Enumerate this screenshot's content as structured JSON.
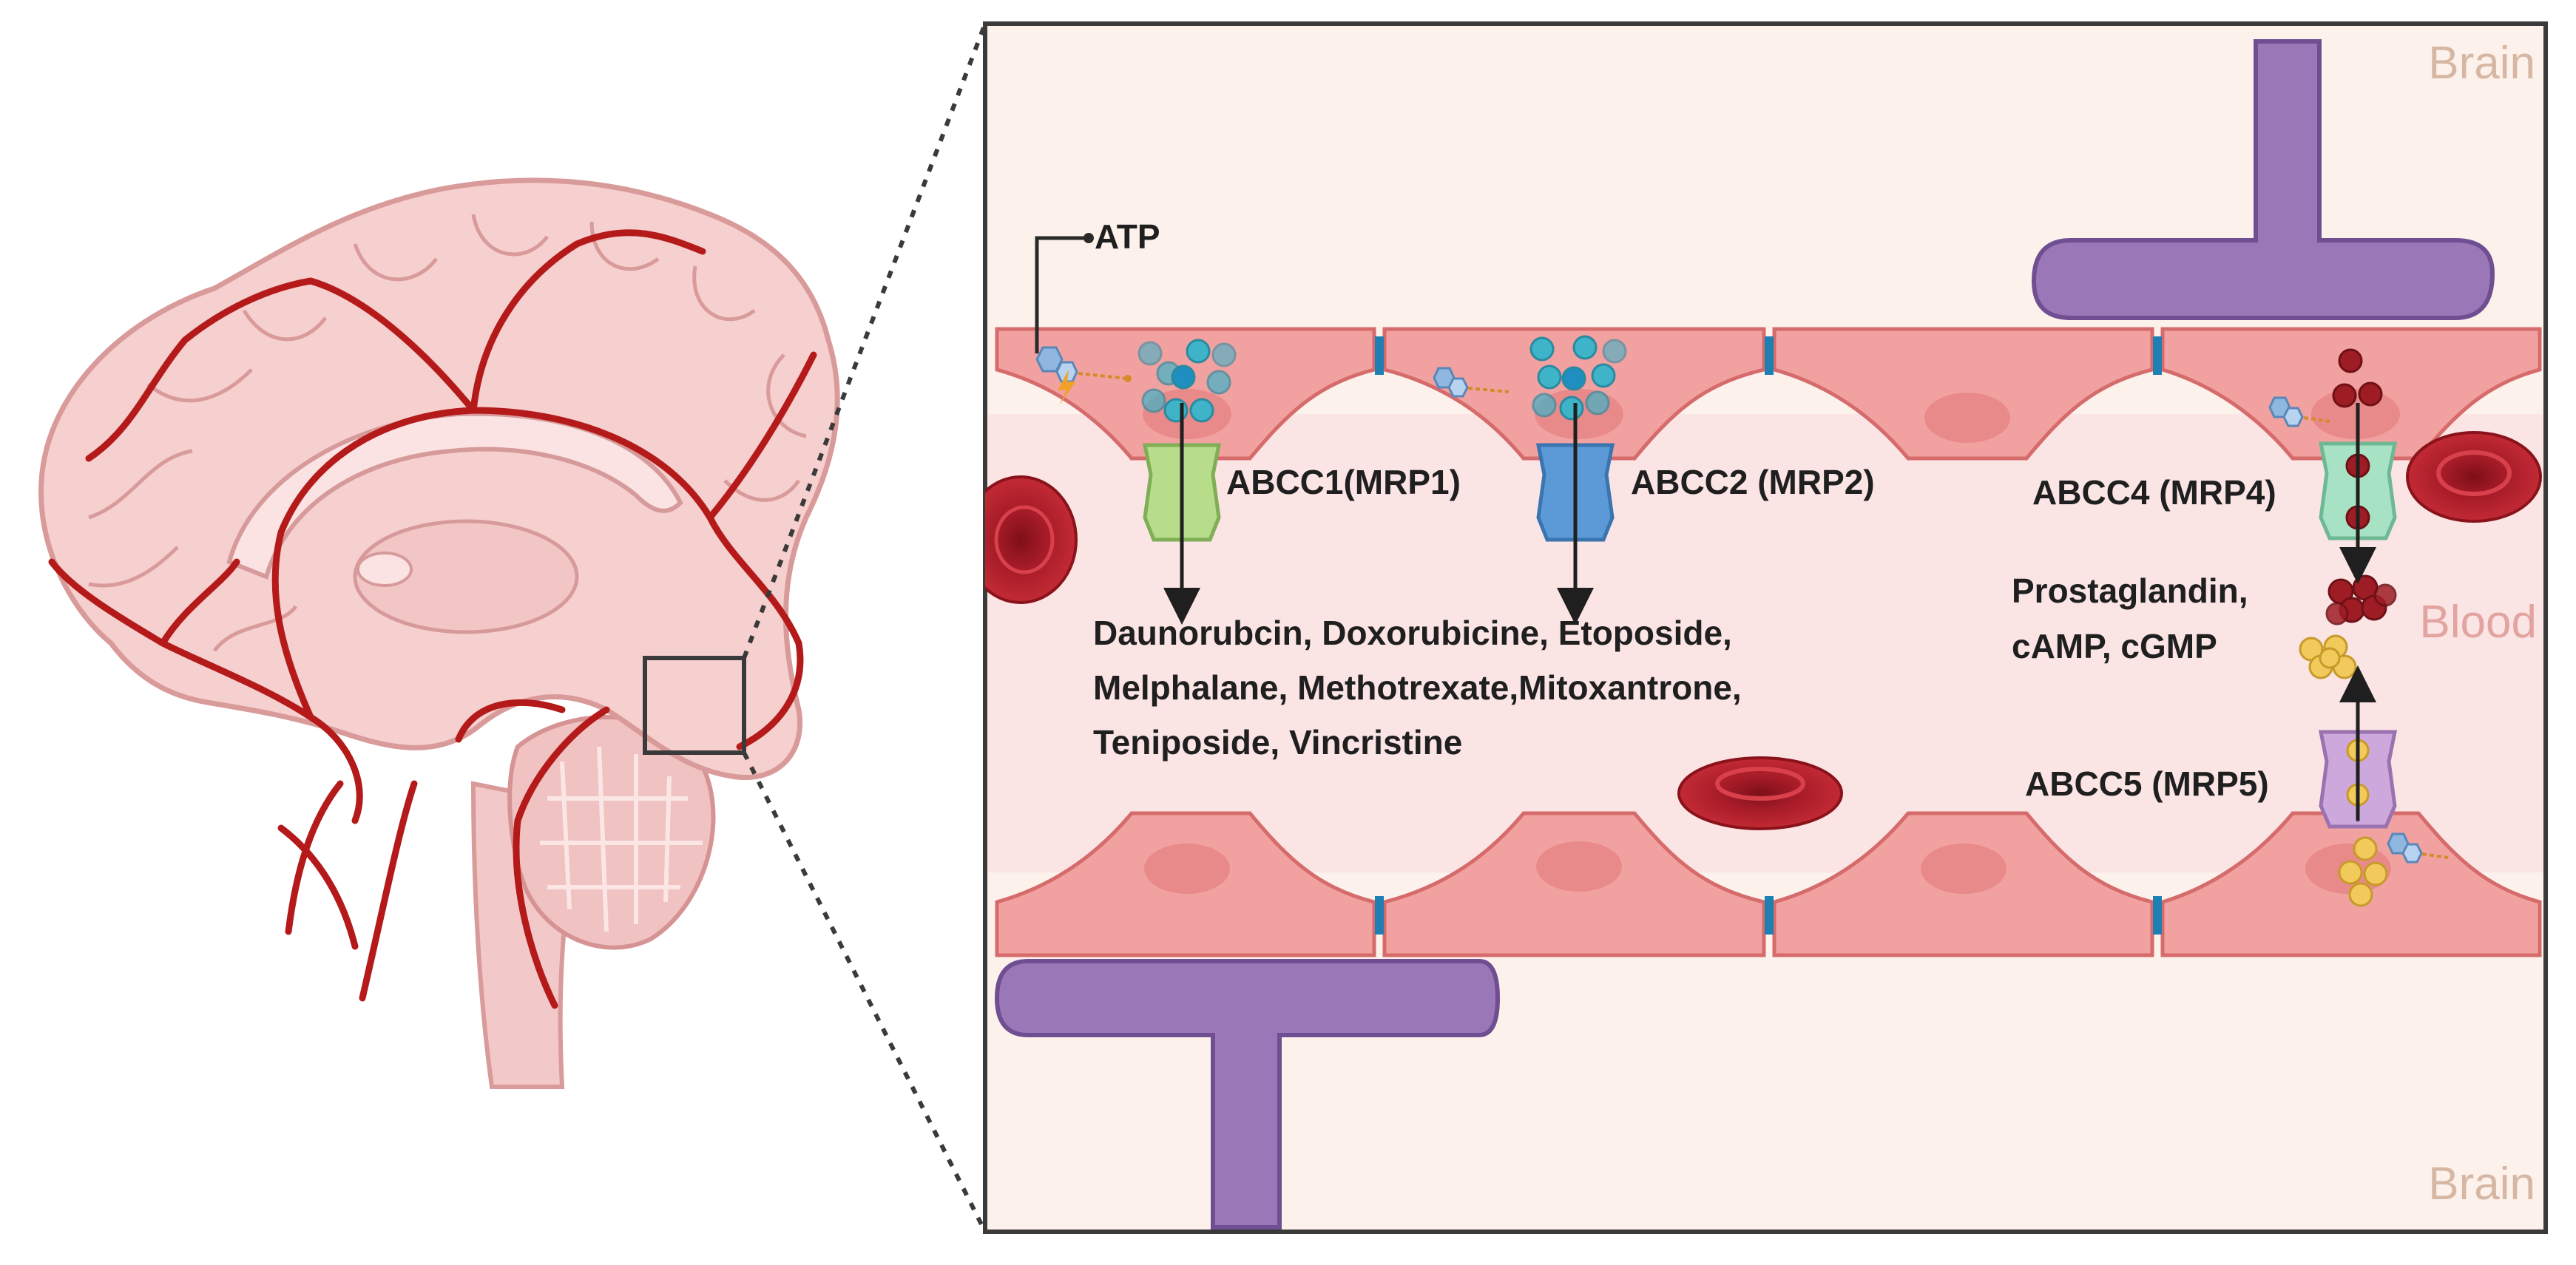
{
  "labels": {
    "atp": "ATP",
    "abcc1": "ABCC1(MRP1)",
    "abcc2": "ABCC2 (MRP2)",
    "abcc4": "ABCC4 (MRP4)",
    "abcc5": "ABCC5 (MRP5)",
    "drugs_line1": "Daunorubcin, Doxorubicine, Etoposide,",
    "drugs_line2": "Melphalane, Methotrexate,Mitoxantrone,",
    "drugs_line3": "Teniposide, Vincristine",
    "mrp4_substrates_line1": "Prostaglandin,",
    "mrp4_substrates_line2": "cAMP, cGMP",
    "region_brain_top": "Brain",
    "region_blood": "Blood",
    "region_brain_bottom": "Brain"
  },
  "colors": {
    "panel_background": "#fdf1ec",
    "vessel_lumen": "#fbe4e4",
    "endothelial_cell": "#f2a1a1",
    "cell_outline": "#d56b6b",
    "nucleus": "#e98a8a",
    "tight_junction": "#1e7fb3",
    "astrocyte_endfoot": "#9a78b8",
    "red_blood_cell": "#b3202e",
    "abcc1_transporter": "#b7dc8a",
    "abcc2_transporter": "#5b9ad6",
    "abcc4_transporter": "#a8e2c4",
    "abcc5_transporter": "#cda8dc",
    "drug_molecules": "#3fb3c8",
    "prostaglandin_molecules": "#9e1d25",
    "cyclic_nucleotide_molecules": "#f2c95b",
    "brain_tissue": "#f4c3c3",
    "brain_arteries": "#b51a1a"
  }
}
